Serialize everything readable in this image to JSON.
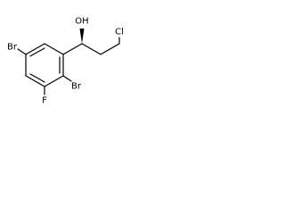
{
  "molecule": {
    "atoms": {
      "br_top": "Br",
      "br_ortho": "Br",
      "fluorine": "F",
      "hydroxyl": "OH",
      "chlorine": "Cl"
    },
    "stereo_bond": "wedge"
  },
  "colors": {
    "bond": "#000000",
    "label": "#000000",
    "background": "#ffffff"
  }
}
